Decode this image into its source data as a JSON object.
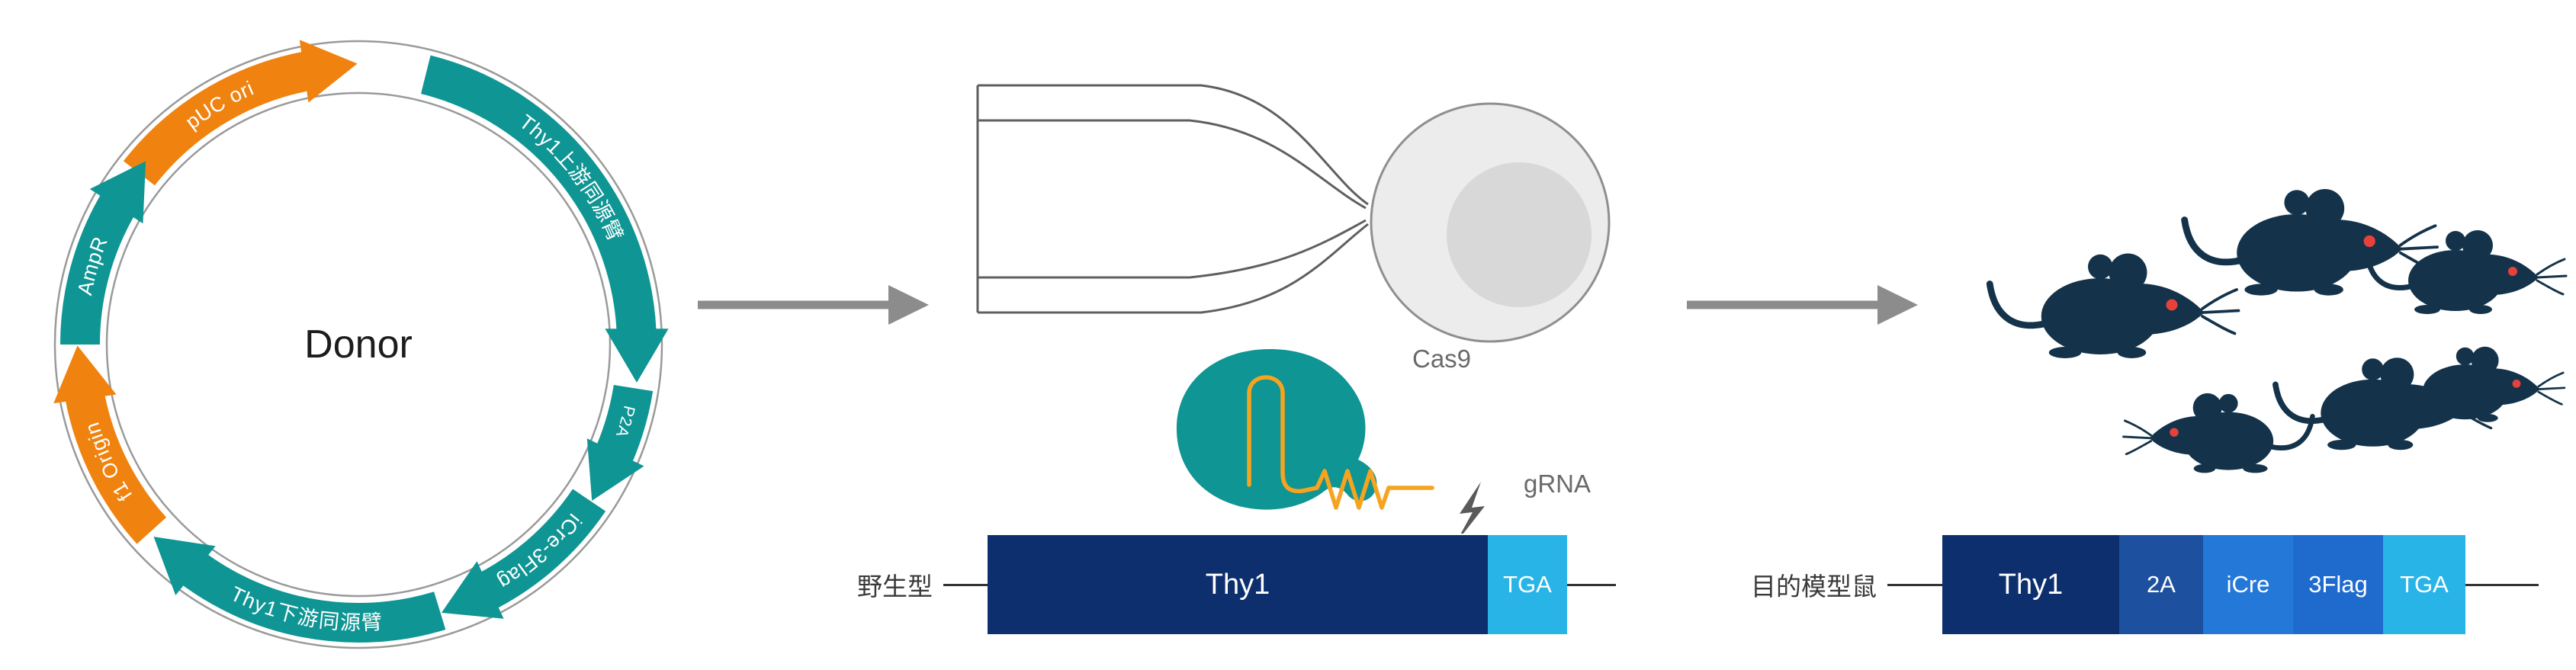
{
  "colors": {
    "teal": "#0f9593",
    "orange": "#f0830f",
    "grna": "#f6a41f",
    "navy": "#0e2f6d",
    "blue_2a": "#1d509e",
    "blue_icre": "#2478d8",
    "blue_3flag": "#1f6acd",
    "cyan": "#29b4e8",
    "mouse": "#14334a",
    "mouse_eye": "#e8413c",
    "flow_arrow": "#8c8c8c",
    "connector_line": "#333333",
    "ring": "#9a9a9a",
    "cell_fill": "#ececec",
    "cell_stroke": "#8f8f8f",
    "nucleus_fill": "#d8d8d8",
    "pipette_stroke": "#5f5f5f",
    "bolt": "#5a5a5a"
  },
  "plasmid": {
    "title": "Donor",
    "segments": {
      "puc_ori": "pUC ori",
      "thy1_upstream": "Thy1上游同源臂",
      "p2a": "P2A",
      "icre_3flag": "iCre-3Flag",
      "thy1_downstream": "Thy1下游同源臂",
      "f1_origin": "f1 Origin",
      "ampr": "AmpR"
    }
  },
  "injection": {
    "cas9_label": "Cas9",
    "grna_label": "gRNA"
  },
  "wild_type": {
    "label": "野生型",
    "segments": [
      {
        "text": "Thy1",
        "color": "#0e2f6d"
      },
      {
        "text": "TGA",
        "color": "#29b4e8"
      }
    ]
  },
  "model_mouse": {
    "label": "目的模型鼠",
    "segments": [
      {
        "text": "Thy1",
        "color": "#0e2f6d"
      },
      {
        "text": "2A",
        "color": "#1d509e"
      },
      {
        "text": "iCre",
        "color": "#2478d8"
      },
      {
        "text": "3Flag",
        "color": "#1f6acd"
      },
      {
        "text": "TGA",
        "color": "#29b4e8"
      }
    ]
  }
}
